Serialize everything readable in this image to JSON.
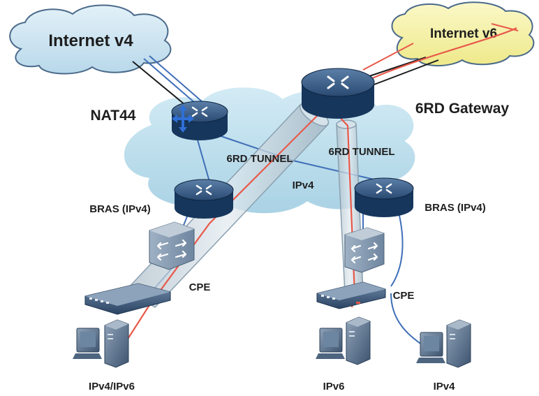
{
  "labels": {
    "internet_v4": "Internet v4",
    "internet_v6": "Internet v6",
    "nat44": "NAT44",
    "gateway_6rd": "6RD Gateway",
    "tunnel_left": "6RD TUNNEL",
    "tunnel_right": "6RD TUNNEL",
    "ipv4_core": "IPv4",
    "bras_left": "BRAS (IPv4)",
    "bras_right": "BRAS (IPv4)",
    "cpe_left": "CPE",
    "cpe_right": "CPE",
    "host_left": "IPv4/IPv6",
    "host_mid": "IPv6",
    "host_right": "IPv4"
  },
  "colors": {
    "cloud_v4": "#cfe6f3",
    "cloud_v6": "#f7f3a6",
    "core_cloud": "#bfe0ee",
    "router_body": "#16365c",
    "ipv4_link": "#3f6fb8",
    "ipv6_link": "#e8594a",
    "tunnel": "#c4d4de",
    "nat_arrows": "#2f6fd6"
  },
  "icons": {
    "router": "router-icon",
    "switch": "switch-icon",
    "cpe": "cpe-device-icon",
    "pc": "pc-icon",
    "server": "server-icon",
    "nat": "nat-arrows-icon"
  }
}
